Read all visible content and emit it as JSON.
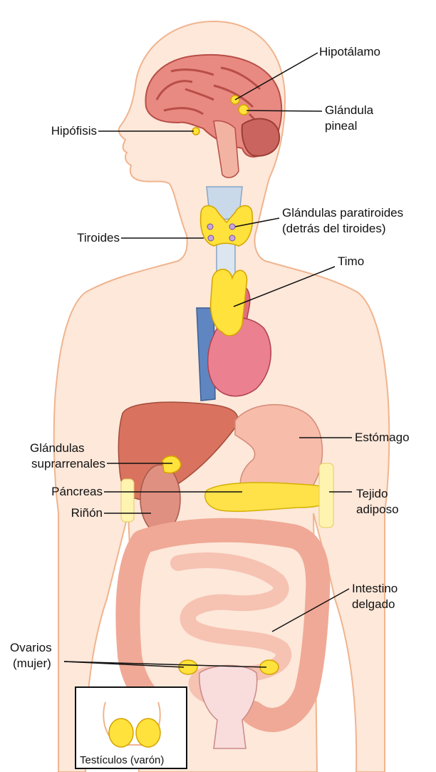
{
  "labels": {
    "hipotalamo": "Hipotálamo",
    "glandula_pineal_1": "Glándula",
    "glandula_pineal_2": "pineal",
    "hipofisis": "Hipófisis",
    "paratiroides_1": "Glándulas paratiroides",
    "paratiroides_2": "(detrás del tiroides)",
    "tiroides": "Tiroides",
    "timo": "Timo",
    "estomago": "Estómago",
    "suprarrenales_1": "Glándulas",
    "suprarrenales_2": "suprarrenales",
    "pancreas": "Páncreas",
    "tejido_1": "Tejido",
    "tejido_2": "adiposo",
    "rinon": "Riñón",
    "intestino_1": "Intestino",
    "intestino_2": "delgado",
    "ovarios_1": "Ovarios",
    "ovarios_2": "(mujer)",
    "testiculos": "Testículos (varón)"
  },
  "colors": {
    "skin": "#fde8da",
    "skin_outline": "#f0b48e",
    "brain": "#e07b74",
    "gland": "#ffe23c",
    "organ": "#f2a594",
    "liver": "#d9735f",
    "heart": "#e56e7c",
    "vessel_blue": "#5f86c0",
    "intestine": "#f4b5a0",
    "pancreas": "#ffe24a",
    "trachea": "#c9d9ea"
  }
}
